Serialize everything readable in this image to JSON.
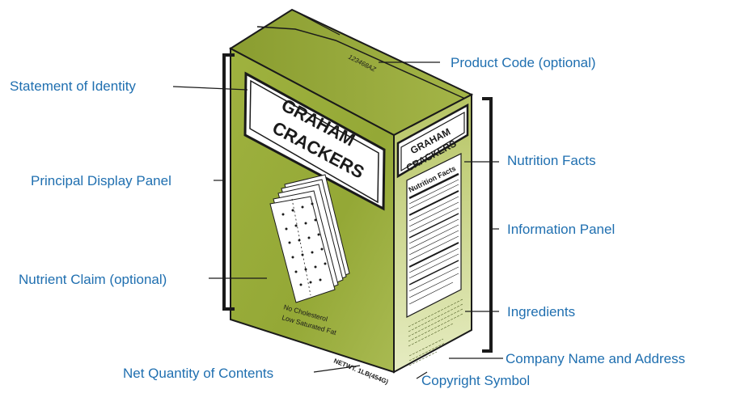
{
  "labels": {
    "product_code": "Product Code (optional)",
    "statement_of_identity": "Statement of Identity",
    "principal_display_panel": "Principal Display Panel",
    "nutrient_claim": "Nutrient Claim (optional)",
    "net_quantity": "Net Quantity of Contents",
    "nutrition_facts": "Nutrition Facts",
    "information_panel": "Information Panel",
    "ingredients": "Ingredients",
    "company_name": "Company Name and Address",
    "copyright": "Copyright Symbol"
  },
  "box": {
    "product_code": "123468AZ",
    "front_title_line1": "GRAHAM",
    "front_title_line2": "CRACKERS",
    "side_title_line1": "GRAHAM",
    "side_title_line2": "CRACKERS",
    "nutrition_header": "Nutrition Facts",
    "claim_line1": "No Cholesterol",
    "claim_line2": "Low Saturated Fat",
    "net_weight": "NETWT. 1LB(454G)"
  },
  "colors": {
    "label_text": "#1f6fb0",
    "box_front": "#9aad3a",
    "box_side": "#d6df9a",
    "box_top": "#8ea032"
  }
}
